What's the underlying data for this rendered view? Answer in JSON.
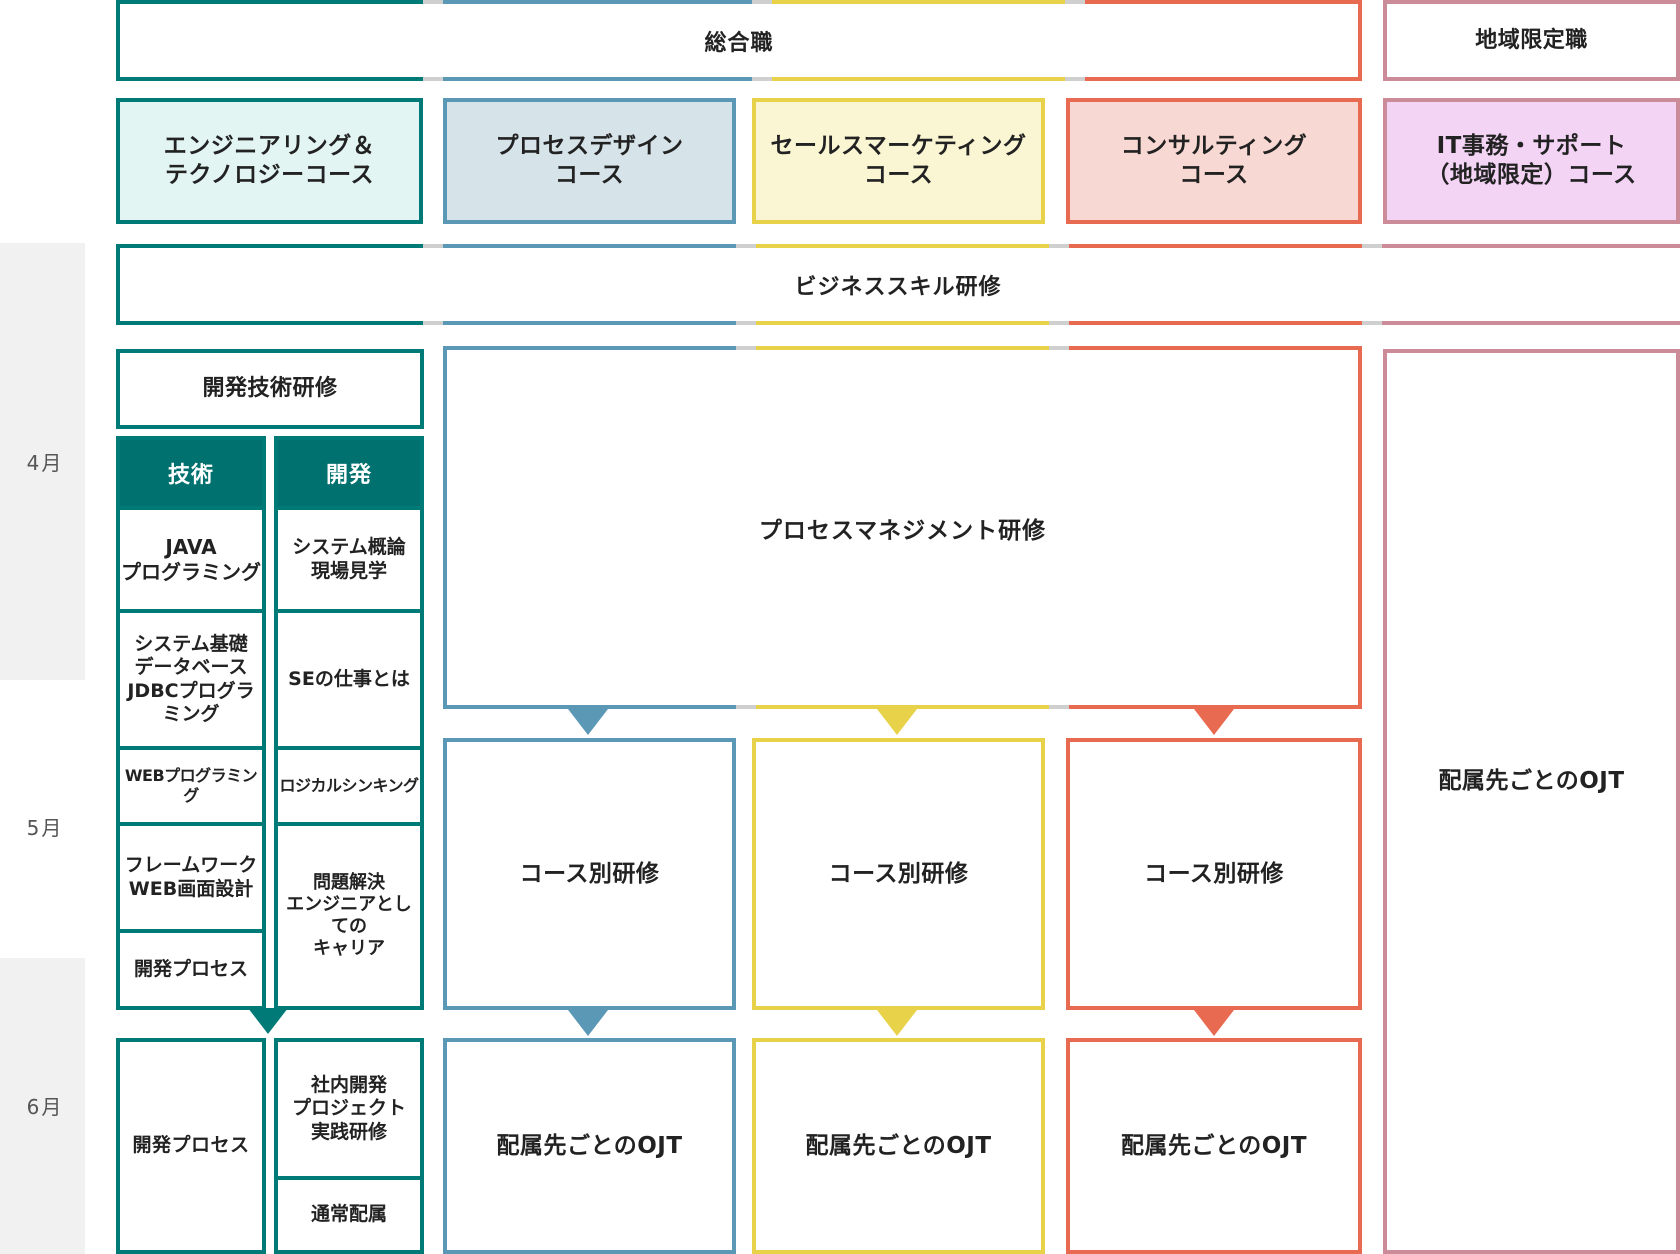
{
  "months": [
    "4月",
    "5月",
    "6月"
  ],
  "categories": {
    "general": "総合職",
    "regional": "地域限定職"
  },
  "courses": {
    "engineering": "エンジニアリング＆\nテクノロジーコース",
    "process_design": "プロセスデザイン\nコース",
    "sales_marketing": "セールスマーケティング\nコース",
    "consulting": "コンサルティング\nコース",
    "it_support": "IT事務・サポート\n（地域限定）コース"
  },
  "business_skill": "ビジネススキル研修",
  "dev_training": "開発技術研修",
  "dev_columns": {
    "tech_header": "技術",
    "dev_header": "開発",
    "tech_items": [
      "JAVA\nプログラミング",
      "システム基礎\nデータベース\nJDBCプログラミング",
      "WEBプログラミング",
      "フレームワーク\nWEB画面設計",
      "開発プロセス"
    ],
    "dev_items": [
      "システム概論\n現場見学",
      "SEの仕事とは",
      "ロジカルシンキング",
      "問題解決\nエンジニアとしての\nキャリア"
    ],
    "june_left": "開発プロセス",
    "june_right_top": "社内開発\nプロジェクト\n実践研修",
    "june_right_bottom": "通常配属"
  },
  "process_management": "プロセスマネジメント研修",
  "course_training": {
    "blue": "コース別研修",
    "yellow": "コース別研修",
    "red": "コース別研修"
  },
  "ojt": {
    "blue": "配属先ごとのOJT",
    "yellow": "配属先ごとのOJT",
    "red": "配属先ごとのOJT",
    "regional": "配属先ごとのOJT"
  },
  "colors": {
    "teal": "#007a76",
    "teal_dark": "#00716e",
    "blue": "#5b98b6",
    "yellow": "#e8d24a",
    "red": "#e86a51",
    "pink": "#cc8b98",
    "gray_gap": "#cfcfcf",
    "month_band": "#f1f1f1",
    "teal_fill": "#e2f5f2",
    "blue_fill": "#d6e4ea",
    "yellow_fill": "#faf5d3",
    "red_fill": "#f8d8d2",
    "pink_fill": "#f3d4f5"
  }
}
